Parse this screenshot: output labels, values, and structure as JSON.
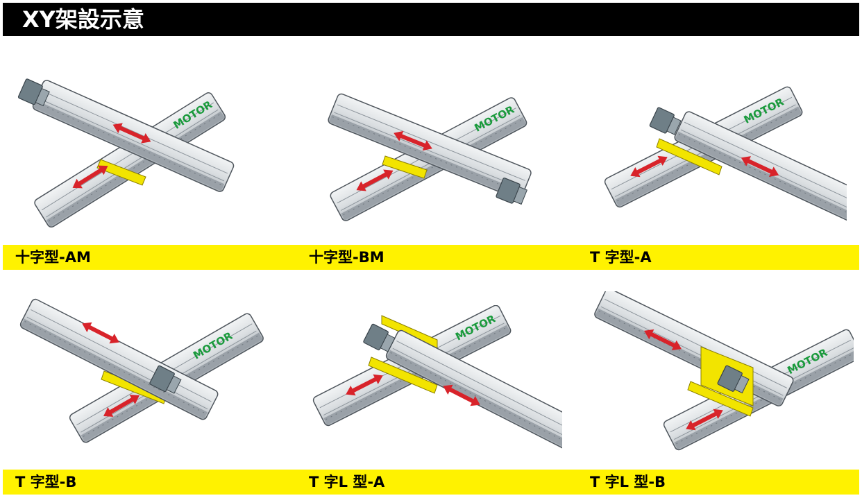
{
  "header": {
    "title": "XY架設示意"
  },
  "motor_text": "MOTOR",
  "colors": {
    "header_bg": "#000000",
    "band": "#fff200",
    "rail": "#dfe3e6",
    "rail_dark": "#9aa1a8",
    "rail_edge": "#5d646b",
    "bracket": "#f2e400",
    "arrow": "#d8232a",
    "motor_text": "#1a9a3c",
    "motor_body": "#6f7f87"
  },
  "configs": [
    {
      "label": "十字型-AM"
    },
    {
      "label": "十字型-BM"
    },
    {
      "label": "T 字型-A"
    },
    {
      "label": "T 字型-B"
    },
    {
      "label": "T 字L 型-A"
    },
    {
      "label": "T 字L 型-B"
    }
  ]
}
